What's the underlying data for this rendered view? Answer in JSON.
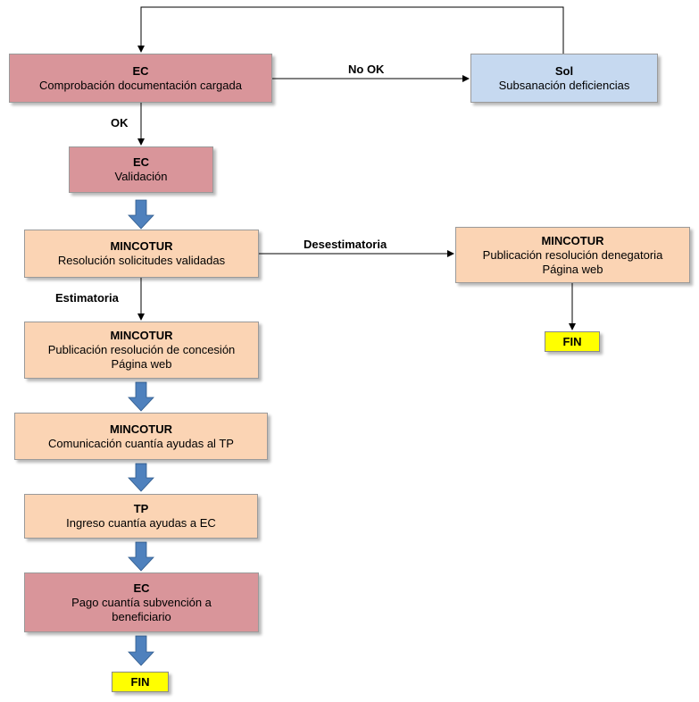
{
  "nodes": {
    "check_docs": {
      "actor": "EC",
      "lines": [
        "Comprobación documentación cargada"
      ]
    },
    "subsanacion": {
      "actor": "Sol",
      "lines": [
        "Subsanación deficiencias"
      ]
    },
    "validacion": {
      "actor": "EC",
      "lines": [
        "Validación"
      ]
    },
    "resolucion": {
      "actor": "MINCOTUR",
      "lines": [
        "Resolución solicitudes validadas"
      ]
    },
    "pub_denegatoria": {
      "actor": "MINCOTUR",
      "lines": [
        "Publicación resolución denegatoria",
        "Página web"
      ]
    },
    "pub_concesion": {
      "actor": "MINCOTUR",
      "lines": [
        "Publicación resolución de concesión",
        "Página web"
      ]
    },
    "comunicacion": {
      "actor": "MINCOTUR",
      "lines": [
        "Comunicación cuantía ayudas al TP"
      ]
    },
    "ingreso": {
      "actor": "TP",
      "lines": [
        "Ingreso cuantía ayudas a EC"
      ]
    },
    "pago": {
      "actor": "EC",
      "lines": [
        "Pago cuantía subvención a",
        "beneficiario"
      ]
    }
  },
  "end_labels": {
    "fin_right": "FIN",
    "fin_bottom": "FIN"
  },
  "edge_labels": {
    "no_ok": "No OK",
    "ok": "OK",
    "desestimatoria": "Desestimatoria",
    "estimatoria": "Estimatoria"
  },
  "colors": {
    "ec": "#d9959a",
    "sol": "#c6d9f0",
    "mincotur": "#fbd4b4",
    "fin": "#ffff00",
    "block_arrow": "#4f81bd"
  }
}
